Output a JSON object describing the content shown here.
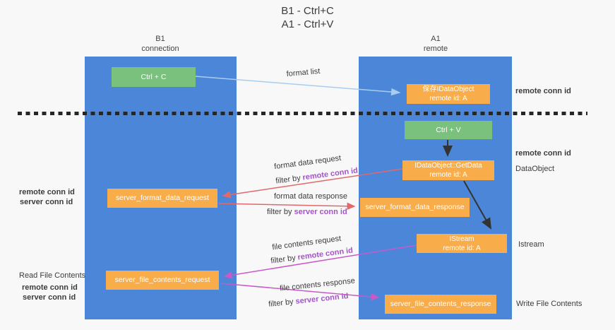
{
  "title": {
    "line1": "B1 - Ctrl+C",
    "line2": "A1 - Ctrl+V"
  },
  "lanes": {
    "left": {
      "title": "B1",
      "subtitle": "connection"
    },
    "right": {
      "title": "A1",
      "subtitle": "remote"
    }
  },
  "boxes": {
    "ctrl_c": {
      "label": "Ctrl + C"
    },
    "store_dataobject": {
      "line1": "保存IDataObject",
      "line2": "remote id: A"
    },
    "ctrl_v": {
      "label": "Ctrl + V"
    },
    "getdata": {
      "line1": "IDataObject::GetData",
      "line2": "remote id: A"
    },
    "server_format_data_request": {
      "label": "server_format_data_request"
    },
    "server_format_data_response": {
      "label": "server_format_data_response"
    },
    "istream": {
      "line1": "IStream",
      "line2": "remote id: A"
    },
    "server_file_contents_request": {
      "label": "server_file_contents_request"
    },
    "server_file_contents_response": {
      "label": "server_file_contents_response"
    }
  },
  "arrow_labels": {
    "format_list": "format list",
    "format_data_request": "format data request",
    "format_data_response": "format data response",
    "file_contents_request": "file contents request",
    "file_contents_response": "file contents response",
    "filter_by": "filter by",
    "remote_conn_id": "remote conn id",
    "server_conn_id": "server conn id"
  },
  "side_labels": {
    "right_remote_conn_id_top": "remote conn id",
    "right_remote_conn_id_mid": "remote conn id",
    "dataobject": "DataObject",
    "istream": "Istream",
    "write_file_contents": "Write File Contents",
    "left_remote_conn_id_mid": "remote conn id",
    "left_server_conn_id_mid": "server conn id",
    "read_file_contents": "Read File Contents",
    "left_remote_conn_id_bottom": "remote conn id",
    "left_server_conn_id_bottom": "server conn id"
  },
  "colors": {
    "lane_blue": "#4b86d9",
    "box_green": "#79c17d",
    "box_orange": "#f8ad4a",
    "arrow_light_blue": "#a9cdee",
    "arrow_black": "#333333",
    "arrow_red": "#e0696c",
    "arrow_magenta": "#c85ac8",
    "text_purple": "#a455c8",
    "text_green": "#57b563",
    "text_dark": "#3c3c3c"
  }
}
